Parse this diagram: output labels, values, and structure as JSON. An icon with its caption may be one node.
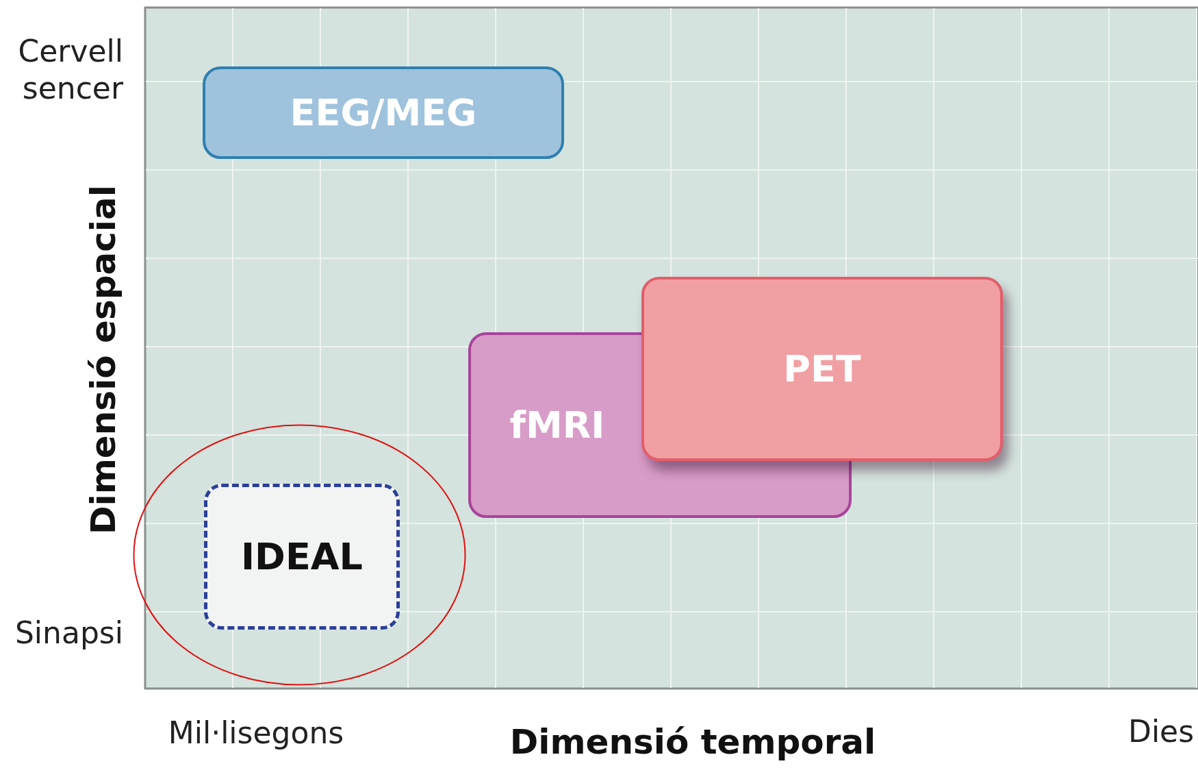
{
  "diagram": {
    "nodes": [
      {
        "text": [
          "EEG/MEG"
        ]
      },
      {
        "text": [
          "fMRI"
        ]
      },
      {
        "text": [
          "PET"
        ]
      },
      {
        "text": [],
        "shape": "circle"
      },
      {
        "text": [
          "IDEAL"
        ],
        "in": 3
      }
    ],
    "labels": [
      "Cervell sencer",
      "Dimensió espacial",
      "Sinapsi",
      "Mil·lisegons",
      "Dimensió temporal",
      "Dies"
    ]
  }
}
